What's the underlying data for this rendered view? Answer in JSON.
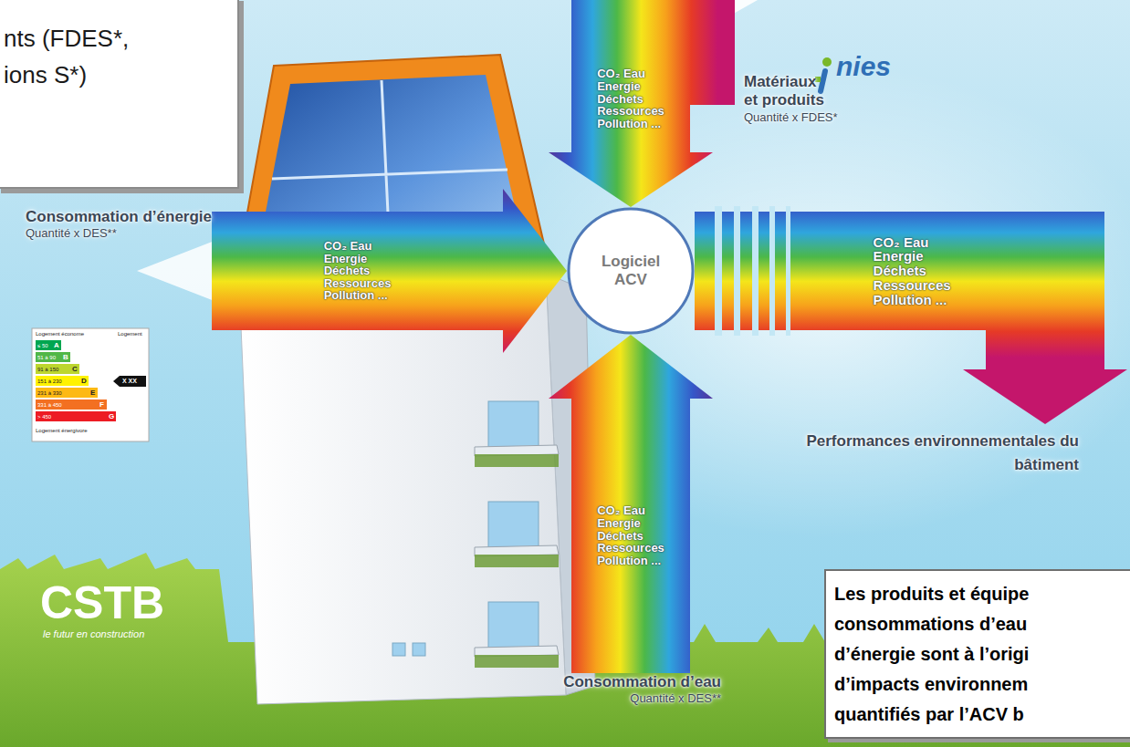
{
  "diagram": {
    "nodes": [
      {
        "text": [
          "nts (FDES*, ions S*)"
        ]
      },
      {
        "text": [
          "Consommation d’énergie",
          "Quantité x DES**"
        ]
      },
      {
        "text": [
          "Matériaux et produits",
          "Quantité x FDES*"
        ]
      },
      {
        "text": [
          "Logiciel ACV"
        ]
      },
      {
        "text": [
          "Consommation d’eau",
          "Quantité x DES**"
        ]
      },
      {
        "text": [
          "Performances environnementales du bâtiment"
        ]
      },
      {
        "text": [
          "Les produits et équipe consommations d’eau d’énergie sont à l’origi d’impacts environnem quantifiés par l’ACV b"
        ]
      }
    ],
    "edges": [
      {
        "from": 1,
        "to": 3,
        "arrow": "to",
        "label": "CO₂ Eau Energie Déchets Ressources Pollution ..."
      },
      {
        "from": 2,
        "to": 3,
        "arrow": "to",
        "label": "CO₂ Eau Energie Déchets Ressources Pollution ..."
      },
      {
        "from": 4,
        "to": 3,
        "arrow": "to",
        "label": "CO₂ Eau Energie Déchets Ressources Pollution ..."
      },
      {
        "from": 3,
        "to": 5,
        "arrow": "to",
        "label": "CO₂ Eau Energie Déchets Ressources Pollution ..."
      }
    ],
    "labels": [
      "nies",
      "Logement économe",
      "Logement",
      "≤ 50",
      "A",
      "51 à 90",
      "B",
      "91 à 150",
      "C",
      "151 à 230",
      "D",
      "231 à 330",
      "E",
      "331 à 450",
      "F",
      "> 450",
      "G",
      "X XX",
      "Logement énergivore",
      "CSTB",
      "le futur en construction"
    ]
  }
}
